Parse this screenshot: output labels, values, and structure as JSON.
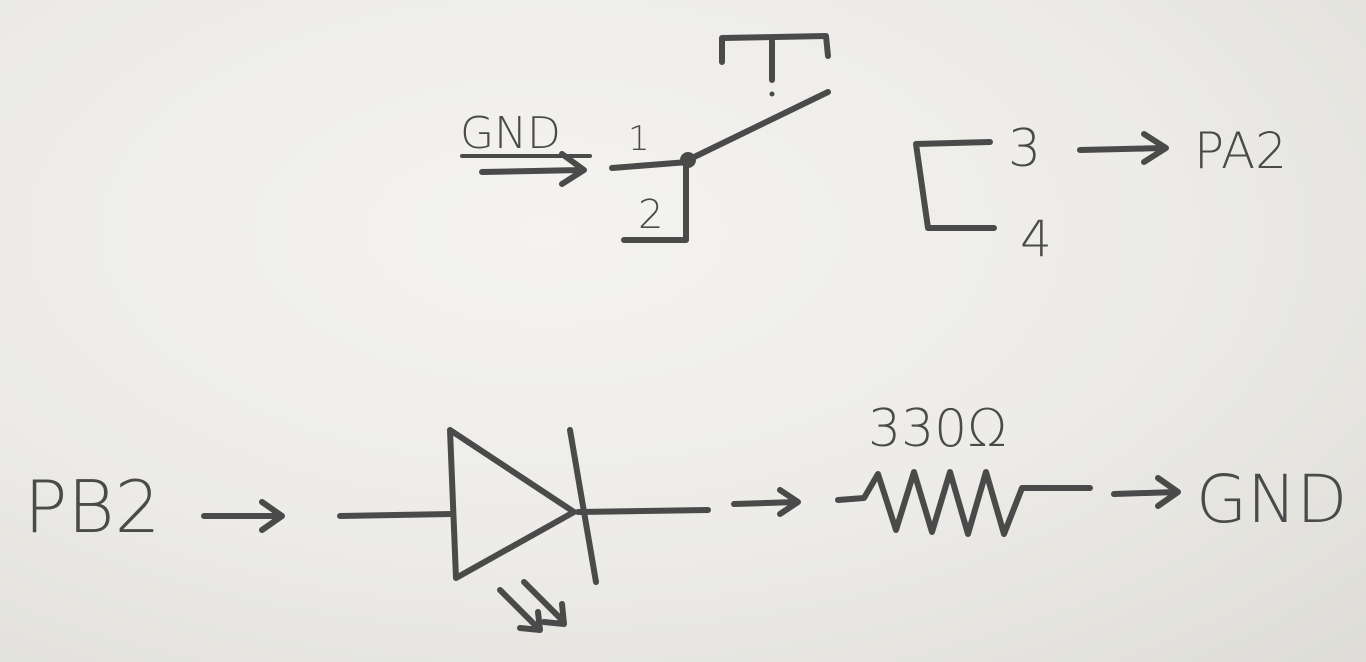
{
  "switch": {
    "input_label": "GND",
    "pin1": "1",
    "pin2": "2",
    "pin3": "3",
    "pin4": "4",
    "output_label": "PA2"
  },
  "led_circuit": {
    "input_label": "PB2",
    "resistor_label": "330Ω",
    "output_label": "GND"
  },
  "ink_color": "#4a4a4a",
  "paper_color": "#eceae6"
}
